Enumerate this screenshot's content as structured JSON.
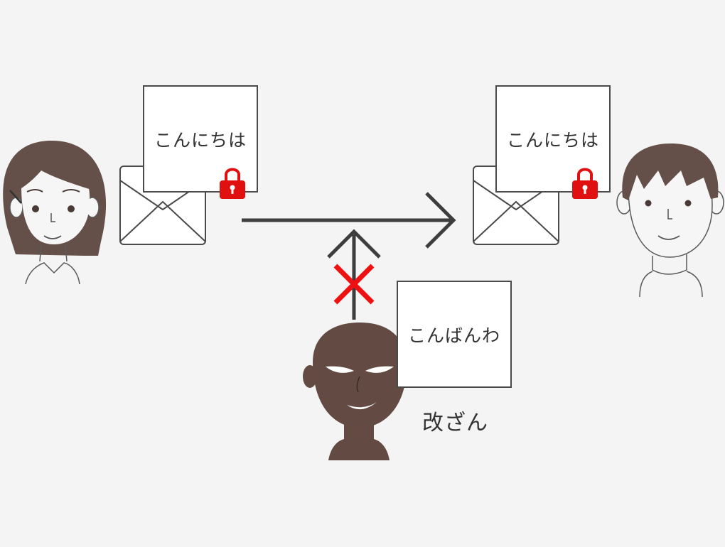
{
  "left_message": {
    "text": "こんにちは",
    "locked": true
  },
  "right_message": {
    "text": "こんにちは",
    "locked": true
  },
  "tampered_message": {
    "text": "こんばんわ"
  },
  "attacker_caption": "改ざん",
  "colors": {
    "background": "#f4f4f4",
    "line": "#3d3d3d",
    "lock": "#e01010",
    "blocked_mark": "#ee1111",
    "hair": "#645048",
    "attacker_skin": "#634b44",
    "face": "#f6f6f6"
  },
  "icons": [
    "woman-icon",
    "man-icon",
    "attacker-icon",
    "envelope-icon",
    "lock-icon",
    "cross-icon",
    "arrow-right-icon",
    "arrow-up-icon"
  ]
}
